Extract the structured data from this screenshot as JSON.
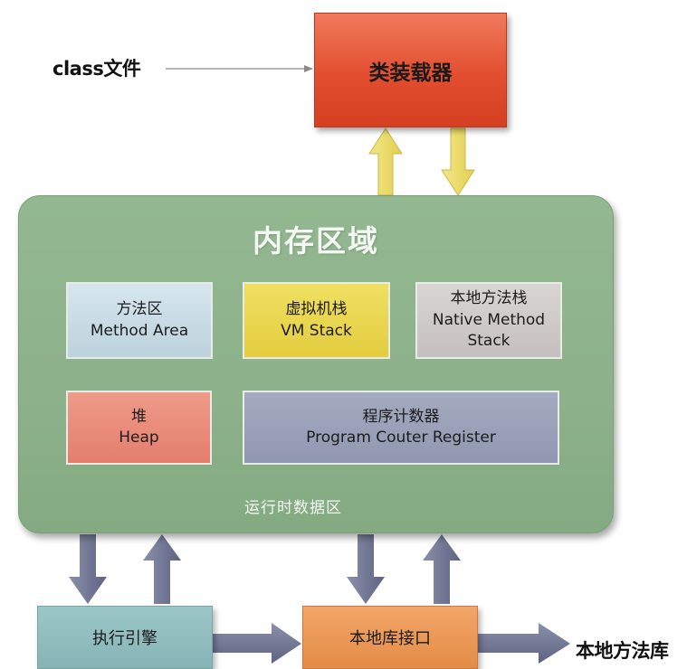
{
  "class_file": {
    "label": "class文件"
  },
  "class_loader": {
    "label": "类装载器"
  },
  "memory_area": {
    "title": "内存区域",
    "runtime_label": "运行时数据区",
    "method_area": {
      "line1": "方法区",
      "line2": "Method Area"
    },
    "vm_stack": {
      "line1": "虚拟机栈",
      "line2": "VM Stack"
    },
    "native_stack": {
      "line1": "本地方法栈",
      "line2": "Native Method",
      "line3": "Stack"
    },
    "heap": {
      "line1": "堆",
      "line2": "Heap"
    },
    "pc_register": {
      "line1": "程序计数器",
      "line2": "Program Couter Register"
    }
  },
  "execution_engine": {
    "label": "执行引擎"
  },
  "native_interface": {
    "label": "本地库接口"
  },
  "native_library": {
    "label": "本地方法库"
  },
  "colors": {
    "class_loader": "#e24e2f",
    "memory_area": "#8db28b",
    "method_area": "#c9dce5",
    "vm_stack": "#e8d44d",
    "native_stack": "#cfcac7",
    "heap": "#e98c7a",
    "pc_register": "#9aa1b8",
    "execution_engine": "#92bdbe",
    "native_interface": "#ea9856",
    "yellow_arrow": "#ecdc6a",
    "slate_arrow": "#6e7391"
  }
}
